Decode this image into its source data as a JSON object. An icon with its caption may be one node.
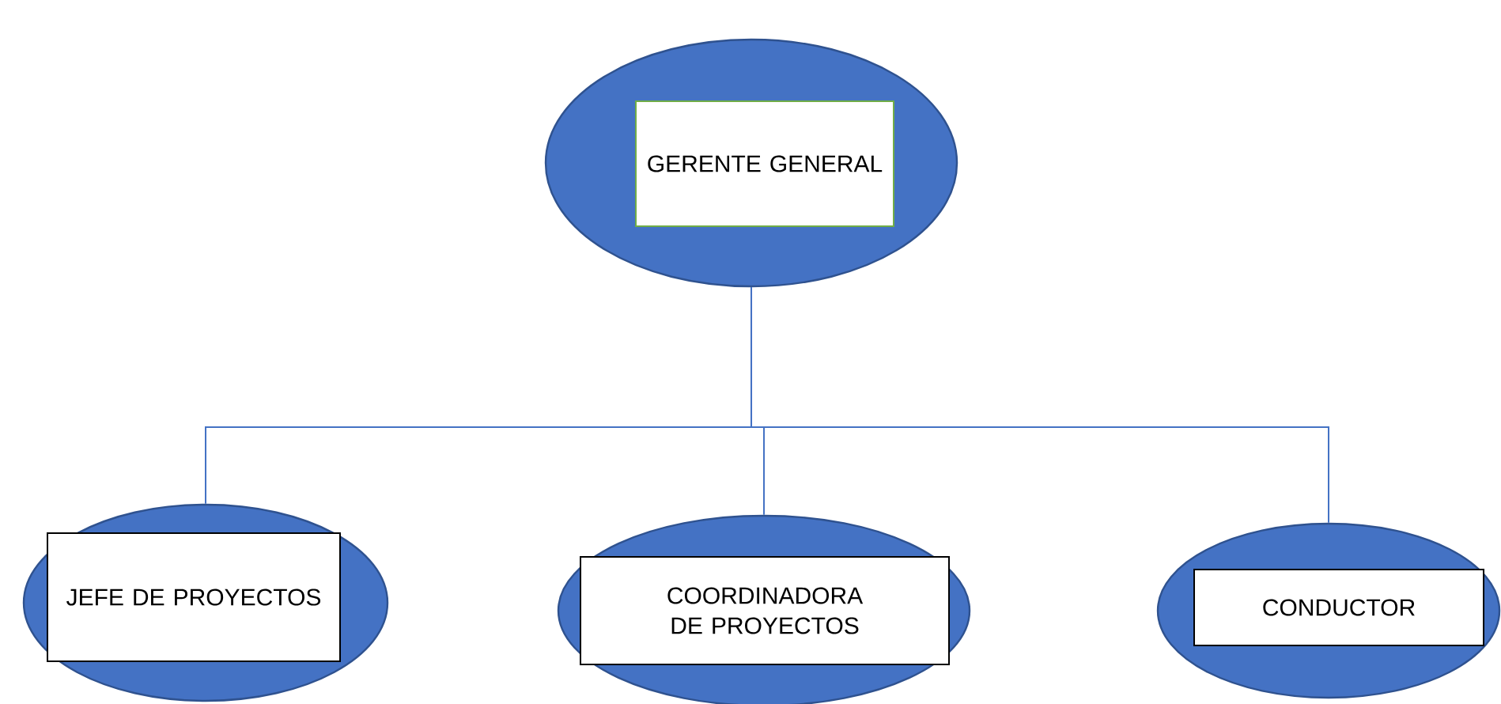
{
  "diagram": {
    "nodes": [
      {
        "text": [
          "GERENTE GENERAL"
        ]
      },
      {
        "text": [
          "JEFE DE PROYECTOS"
        ]
      },
      {
        "text": [
          "COORDINADORA DE PROYECTOS"
        ]
      },
      {
        "text": [
          "CONDUCTOR"
        ]
      }
    ],
    "edges": [
      {
        "from": 0,
        "to": 1,
        "arrow": "none"
      },
      {
        "from": 0,
        "to": 2,
        "arrow": "none"
      },
      {
        "from": 0,
        "to": 3,
        "arrow": "none"
      }
    ]
  }
}
